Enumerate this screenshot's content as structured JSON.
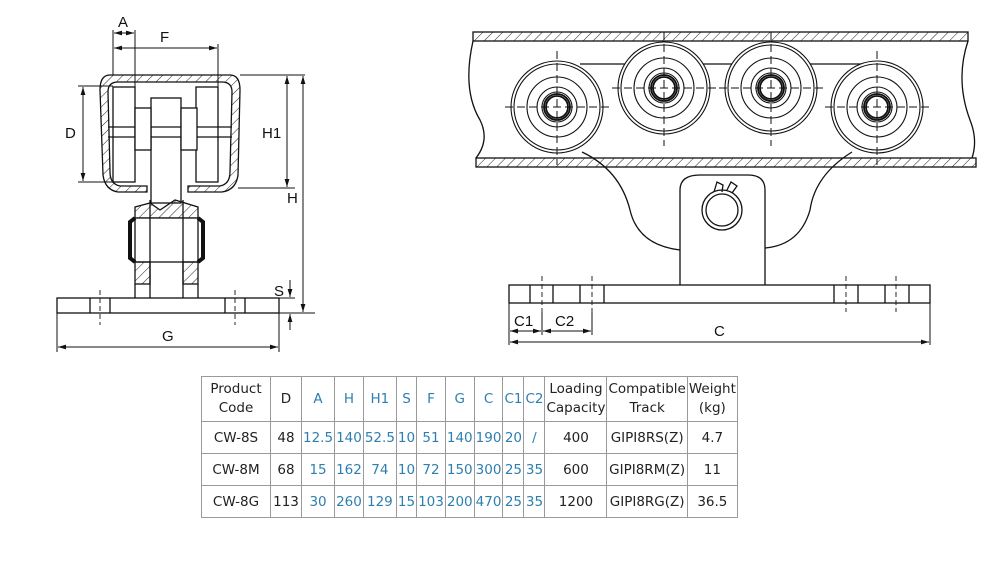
{
  "drawing": {
    "side_view_labels": {
      "A": "A",
      "F": "F",
      "D": "D",
      "H1": "H1",
      "H": "H",
      "S": "S",
      "G": "G"
    },
    "front_view_labels": {
      "C1": "C1",
      "C2": "C2",
      "C": "C"
    }
  },
  "table": {
    "headers": [
      {
        "key": "code",
        "label": "Product Code",
        "highlight": false
      },
      {
        "key": "D",
        "label": "D",
        "highlight": false
      },
      {
        "key": "A",
        "label": "A",
        "highlight": true
      },
      {
        "key": "H",
        "label": "H",
        "highlight": true
      },
      {
        "key": "H1",
        "label": "H1",
        "highlight": true
      },
      {
        "key": "S",
        "label": "S",
        "highlight": true
      },
      {
        "key": "F",
        "label": "F",
        "highlight": true
      },
      {
        "key": "G",
        "label": "G",
        "highlight": true
      },
      {
        "key": "C",
        "label": "C",
        "highlight": true
      },
      {
        "key": "C1",
        "label": "C1",
        "highlight": true
      },
      {
        "key": "C2",
        "label": "C2",
        "highlight": true
      },
      {
        "key": "load",
        "label": "Loading Capacity",
        "highlight": false
      },
      {
        "key": "track",
        "label": "Compatible Track",
        "highlight": false
      },
      {
        "key": "weight",
        "label": "Weight (kg)",
        "highlight": false
      }
    ],
    "rows": [
      {
        "code": "CW-8S",
        "D": "48",
        "A": "12.5",
        "H": "140",
        "H1": "52.5",
        "S": "10",
        "F": "51",
        "G": "140",
        "C": "190",
        "C1": "20",
        "C2": "/",
        "load": "400",
        "track": "GIPI8RS(Z)",
        "weight": "4.7"
      },
      {
        "code": "CW-8M",
        "D": "68",
        "A": "15",
        "H": "162",
        "H1": "74",
        "S": "10",
        "F": "72",
        "G": "150",
        "C": "300",
        "C1": "25",
        "C2": "35",
        "load": "600",
        "track": "GIPI8RM(Z)",
        "weight": "11"
      },
      {
        "code": "CW-8G",
        "D": "113",
        "A": "30",
        "H": "260",
        "H1": "129",
        "S": "15",
        "F": "103",
        "G": "200",
        "C": "470",
        "C1": "25",
        "C2": "35",
        "load": "1200",
        "track": "GIPI8RG(Z)",
        "weight": "36.5"
      }
    ],
    "highlight_color": "#2e7fb0"
  }
}
